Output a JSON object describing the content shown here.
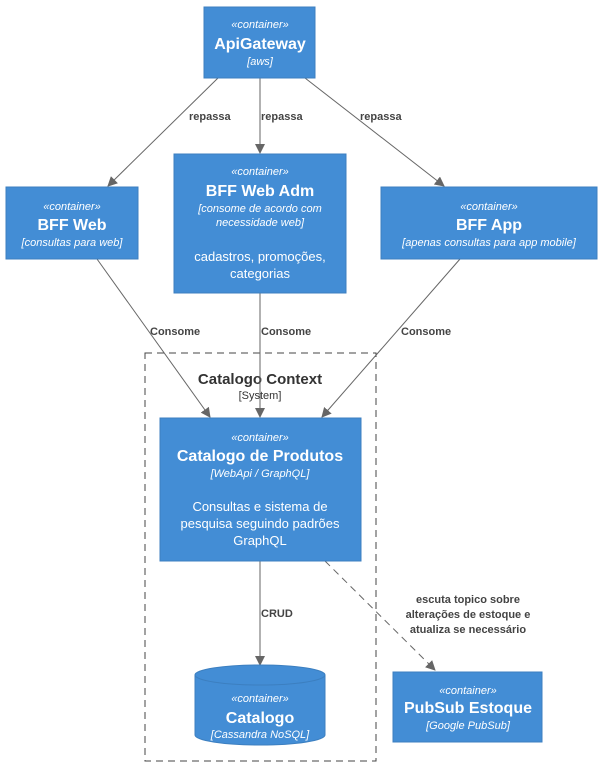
{
  "colors": {
    "container_fill": "#438DD5",
    "container_stroke": "#3C7FC0",
    "edge": "#666666",
    "edge_label": "#444444",
    "boundary": "#444444"
  },
  "boundary": {
    "title": "Catalogo Context",
    "type": "[System]"
  },
  "nodes": {
    "apigateway": {
      "stereotype": "«container»",
      "title": "ApiGateway",
      "tech": "[aws]"
    },
    "bffweb": {
      "stereotype": "«container»",
      "title": "BFF Web",
      "tech": "[consultas para web]"
    },
    "bffadm": {
      "stereotype": "«container»",
      "title": "BFF Web Adm",
      "tech1": "[consome de acordo com",
      "tech2": "necessidade web]",
      "desc1": "cadastros, promoções,",
      "desc2": "categorias"
    },
    "bffapp": {
      "stereotype": "«container»",
      "title": "BFF App",
      "tech": "[apenas consultas para app mobile]"
    },
    "catalogo_produtos": {
      "stereotype": "«container»",
      "title": "Catalogo de Produtos",
      "tech": "[WebApi / GraphQL]",
      "desc1": "Consultas e sistema de",
      "desc2": "pesquisa seguindo padrões",
      "desc3": "GraphQL"
    },
    "catalogo_db": {
      "stereotype": "«container»",
      "title": "Catalogo",
      "tech": "[Cassandra NoSQL]"
    },
    "pubsub": {
      "stereotype": "«container»",
      "title": "PubSub Estoque",
      "tech": "[Google PubSub]"
    }
  },
  "edges": {
    "gw_web": "repassa",
    "gw_adm": "repassa",
    "gw_app": "repassa",
    "web_cat": "Consome",
    "adm_cat": "Consome",
    "app_cat": "Consome",
    "cat_db": "CRUD",
    "cat_pubsub_1": "escuta topico sobre",
    "cat_pubsub_2": "alterações de estoque e",
    "cat_pubsub_3": "atualiza se necessário"
  }
}
